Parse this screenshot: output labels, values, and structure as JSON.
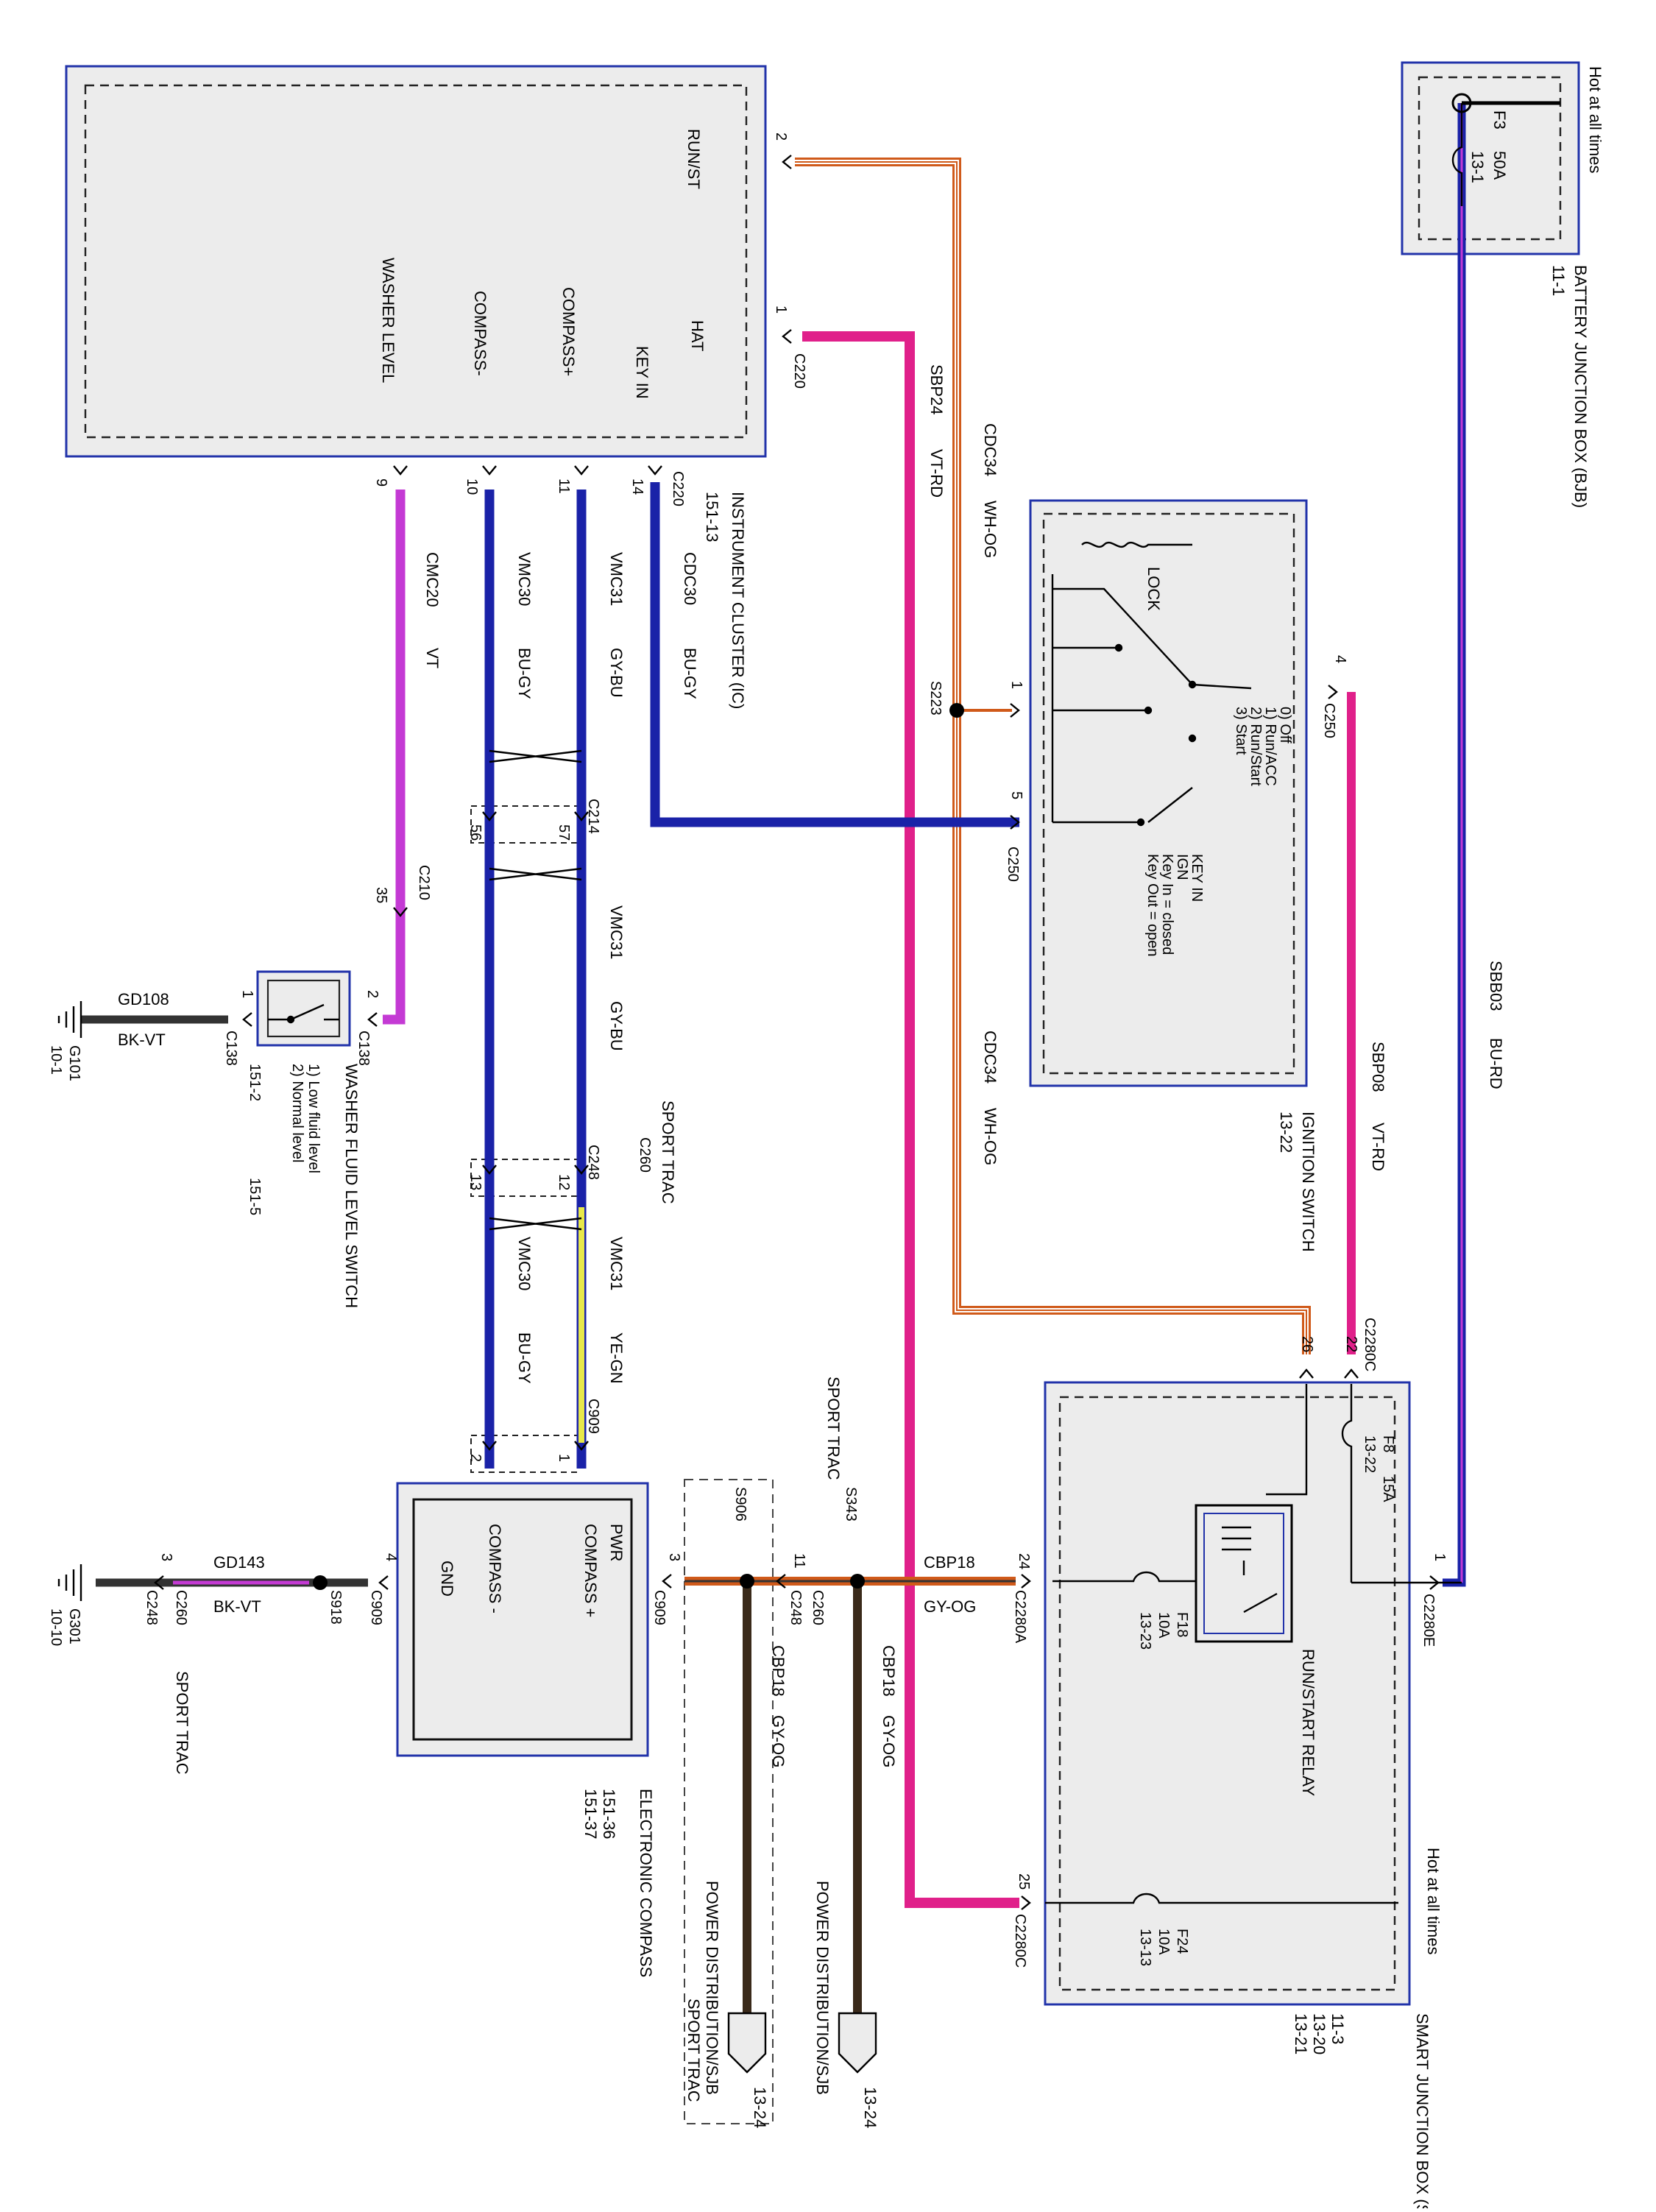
{
  "components": {
    "instrument_cluster": {
      "name": "INSTRUMENT CLUSTER (IC)",
      "ref": "151-13",
      "pins": {
        "run_st": "RUN/ST",
        "hat": "HAT",
        "key_in": "KEY IN",
        "compass_plus": "COMPASS+",
        "compass_minus": "COMPASS-",
        "washer_level": "WASHER LEVEL"
      }
    },
    "bjb": {
      "name": "BATTERY JUNCTION BOX (BJB)",
      "ref": "11-1",
      "note": "Hot at all times",
      "fuse": "F3",
      "fuse_rating": "50A",
      "fuse_ref": "13-1"
    },
    "ignition_switch": {
      "name": "IGNITION SWITCH",
      "ref": "13-22",
      "lock": "LOCK",
      "positions": [
        "0) Off",
        "1) Run/ACC",
        "2) Run/Start",
        "3) Start"
      ],
      "key_in": [
        "KEY IN",
        "IGN",
        "Key In = closed",
        "Key Out = open"
      ]
    },
    "sjb": {
      "name": "SMART JUNCTION BOX (SJB)",
      "refs": [
        "11-3",
        "13-20",
        "13-21"
      ],
      "note": "Hot at all times",
      "fuses": [
        {
          "id": "F8",
          "rating": "15A",
          "ref": "13-22"
        },
        {
          "id": "F18",
          "rating": "10A",
          "ref": "13-23"
        },
        {
          "id": "F24",
          "rating": "10A",
          "ref": "13-13"
        }
      ],
      "relay": "RUN/START RELAY"
    },
    "washer_switch": {
      "name": "WASHER FLUID LEVEL SWITCH",
      "states": [
        "1) Low fluid level",
        "2) Normal level"
      ],
      "refs": [
        "151-2",
        "151-5"
      ]
    },
    "compass": {
      "name": "ELECTRONIC COMPASS",
      "refs": [
        "151-36",
        "151-37"
      ],
      "pins": [
        "PWR",
        "COMPASS +",
        "COMPASS -",
        "GND"
      ]
    }
  },
  "wires": [
    {
      "circuit": "CDC34",
      "color": "WH-OG"
    },
    {
      "circuit": "SBP24",
      "color": "VT-RD"
    },
    {
      "circuit": "CDC30",
      "color": "BU-GY"
    },
    {
      "circuit": "VMC31",
      "color": "GY-BU"
    },
    {
      "circuit": "VMC30",
      "color": "BU-GY"
    },
    {
      "circuit": "CMC20",
      "color": "VT"
    },
    {
      "circuit": "SBB03",
      "color": "BU-RD"
    },
    {
      "circuit": "SBP08",
      "color": "VT-RD"
    },
    {
      "circuit": "VMC31",
      "color": "YE-GN"
    },
    {
      "circuit": "CBP18",
      "color": "GY-OG"
    },
    {
      "circuit": "GD108",
      "color": "BK-VT"
    },
    {
      "circuit": "GD143",
      "color": "BK-VT"
    }
  ],
  "connectors": [
    "C220",
    "C250",
    "C214",
    "C210",
    "C138",
    "C248",
    "C260",
    "C909",
    "C2280A",
    "C2280C",
    "C2280E"
  ],
  "splices": [
    "S223",
    "S343",
    "S906",
    "S918"
  ],
  "grounds": [
    {
      "id": "G101",
      "ref": "10-1"
    },
    {
      "id": "G301",
      "ref": "10-10"
    }
  ],
  "power_distribution": {
    "label": "POWER DISTRIBUTION/SJB",
    "ref": "13-24"
  },
  "sport_trac": "SPORT TRAC",
  "colors": {
    "box_border": "#2233aa",
    "box_fill": "#ececec",
    "wire_blue": "#1a22a8",
    "wire_magenta": "#e0208a",
    "wire_violet": "#c43ad4",
    "wire_orange": "#d05a1a",
    "wire_yellow": "#e8e84a"
  }
}
